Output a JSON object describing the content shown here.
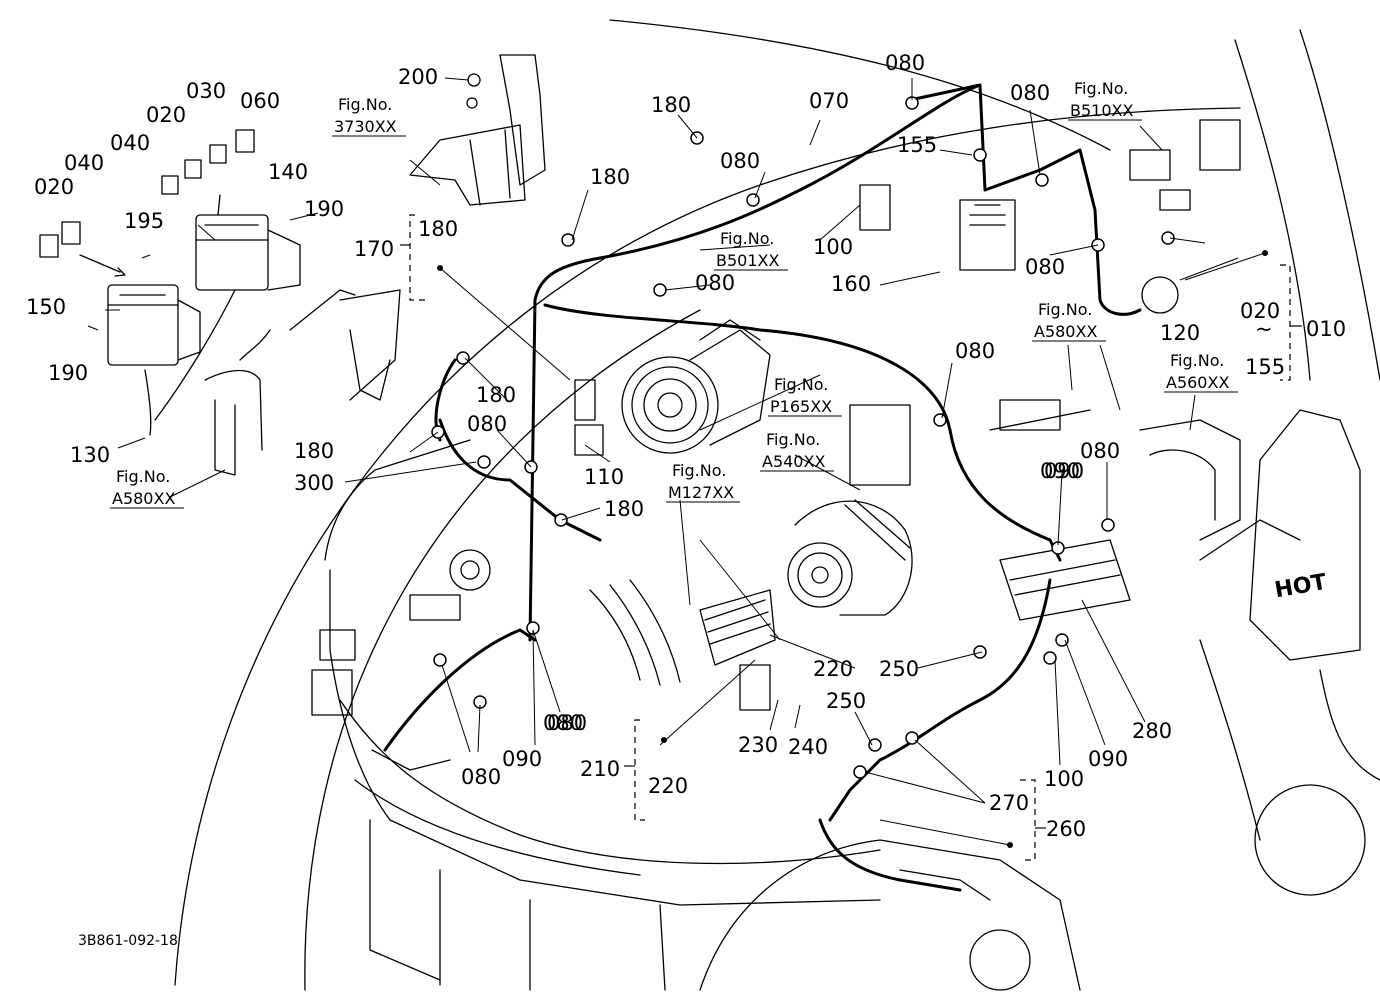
{
  "diagram": {
    "drawing_code": "3B861-092-18",
    "machine_text": "HOT",
    "figure_refs": [
      {
        "id": "3730",
        "line1": "Fig.No.",
        "line2": "3730XX"
      },
      {
        "id": "A580a",
        "line1": "Fig.No.",
        "line2": "A580XX"
      },
      {
        "id": "B501",
        "line1": "Fig.No.",
        "line2": "B501XX"
      },
      {
        "id": "B510",
        "line1": "Fig.No.",
        "line2": "B510XX"
      },
      {
        "id": "A580b",
        "line1": "Fig.No.",
        "line2": "A580XX"
      },
      {
        "id": "A560",
        "line1": "Fig.No.",
        "line2": "A560XX"
      },
      {
        "id": "P165",
        "line1": "Fig.No.",
        "line2": "P165XX"
      },
      {
        "id": "A540",
        "line1": "Fig.No.",
        "line2": "A540XX"
      },
      {
        "id": "M127",
        "line1": "Fig.No.",
        "line2": "M127XX"
      }
    ],
    "part_labels": [
      "200",
      "030",
      "060",
      "020",
      "040",
      "020",
      "040",
      "140",
      "195",
      "190",
      "150",
      "190",
      "130",
      "170",
      "180",
      "180",
      "180",
      "070",
      "080",
      "080",
      "155",
      "080",
      "080",
      "100",
      "160",
      "080",
      "110",
      "080",
      "180",
      "080",
      "180",
      "300",
      "180",
      "090",
      "120",
      "020",
      "~",
      "155",
      "010",
      "080",
      "090",
      "080",
      "220",
      "250",
      "250",
      "280",
      "100",
      "090",
      "210",
      "220",
      "230",
      "240",
      "270",
      "260",
      "080",
      "090",
      "080"
    ]
  }
}
